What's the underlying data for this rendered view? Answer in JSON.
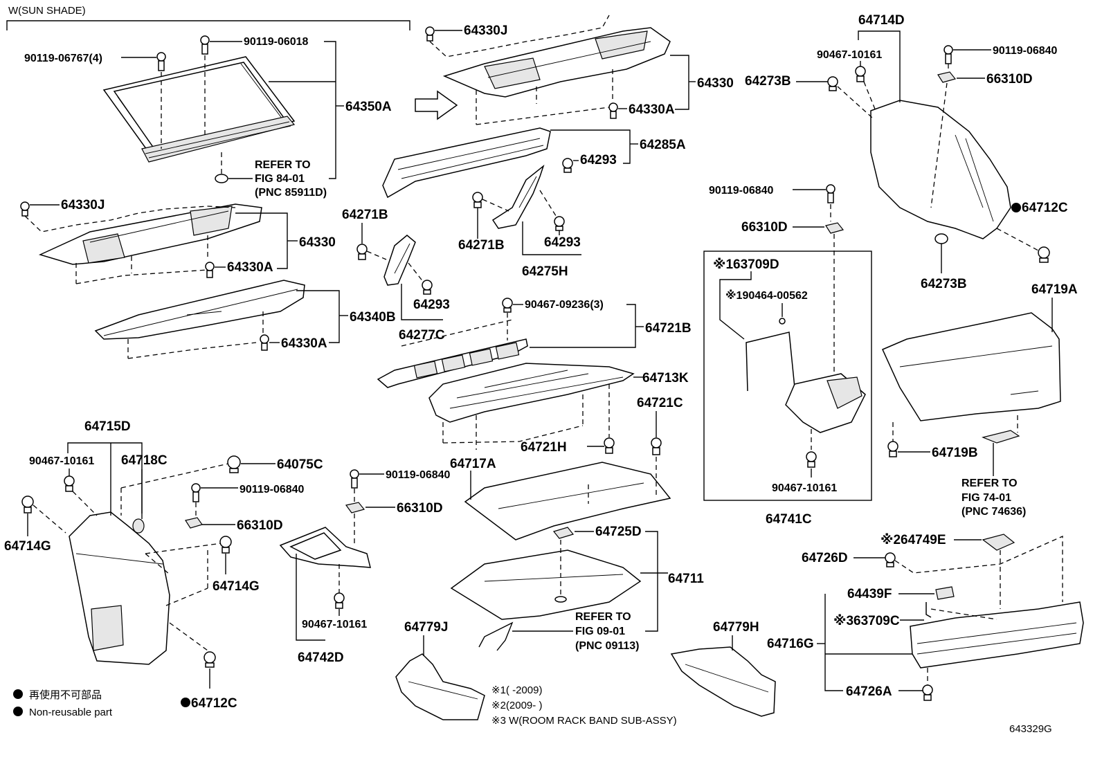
{
  "diagram": {
    "header": "W(SUN SHADE)",
    "figure_code": "643329G",
    "legend": {
      "jp": "再使用不可部品",
      "en": "Non-reusable part"
    },
    "notes": {
      "n1": "※1(      -2009)",
      "n2": "※2(2009-      )",
      "n3": "※3 W(ROOM RACK BAND SUB-ASSY)"
    },
    "refs": {
      "r84_a": "REFER TO",
      "r84_b": "FIG 84-01",
      "r84_c": "(PNC 85911D)",
      "r09_a": "REFER TO",
      "r09_b": "FIG 09-01",
      "r09_c": "(PNC 09113)",
      "r74_a": "REFER TO",
      "r74_b": "FIG 74-01",
      "r74_c": "(PNC 74636)"
    },
    "labels": {
      "p_90119_06767": "90119-06767(4)",
      "p_90119_06018": "90119-06018",
      "p_64350A": "64350A",
      "p_64330J_a": "64330J",
      "p_64330J_b": "64330J",
      "p_64330_a": "64330",
      "p_64330_b": "64330",
      "p_64330A_a": "64330A",
      "p_64330A_b": "64330A",
      "p_64330A_c": "64330A",
      "p_64340B": "64340B",
      "p_64285A": "64285A",
      "p_64293_a": "64293",
      "p_64293_b": "64293",
      "p_64293_c": "64293",
      "p_64271B_a": "64271B",
      "p_64271B_b": "64271B",
      "p_64275H": "64275H",
      "p_64277C": "64277C",
      "p_90467_09236": "90467-09236(3)",
      "p_64721B": "64721B",
      "p_64713K": "64713K",
      "p_64721C": "64721C",
      "p_64721H": "64721H",
      "p_64717A": "64717A",
      "p_64725D": "64725D",
      "p_64711": "64711",
      "p_64714D": "64714D",
      "p_90467_10161_a": "90467-10161",
      "p_90467_10161_b": "90467-10161",
      "p_90467_10161_c": "90467-10161",
      "p_90467_10161_d": "90467-10161",
      "p_90119_06840_a": "90119-06840",
      "p_90119_06840_b": "90119-06840",
      "p_90119_06840_c": "90119-06840",
      "p_90119_06840_d": "90119-06840",
      "p_64273B_a": "64273B",
      "p_64273B_b": "64273B",
      "p_66310D_a": "66310D",
      "p_66310D_b": "66310D",
      "p_66310D_c": "66310D",
      "p_66310D_d": "66310D",
      "p_64712C_a": "64712C",
      "p_64712C_b": "64712C",
      "p_63709D": "※163709D",
      "p_90464_00562": "※190464-00562",
      "p_64741C": "64741C",
      "p_64719A": "64719A",
      "p_64719B": "64719B",
      "p_64749E": "※264749E",
      "p_64726D": "64726D",
      "p_64439F": "64439F",
      "p_63709C": "※363709C",
      "p_64716G": "64716G",
      "p_64726A": "64726A",
      "p_64715D": "64715D",
      "p_64718C": "64718C",
      "p_64714G_a": "64714G",
      "p_64714G_b": "64714G",
      "p_64075C": "64075C",
      "p_64742D": "64742D",
      "p_64779J": "64779J",
      "p_64779H": "64779H"
    }
  }
}
